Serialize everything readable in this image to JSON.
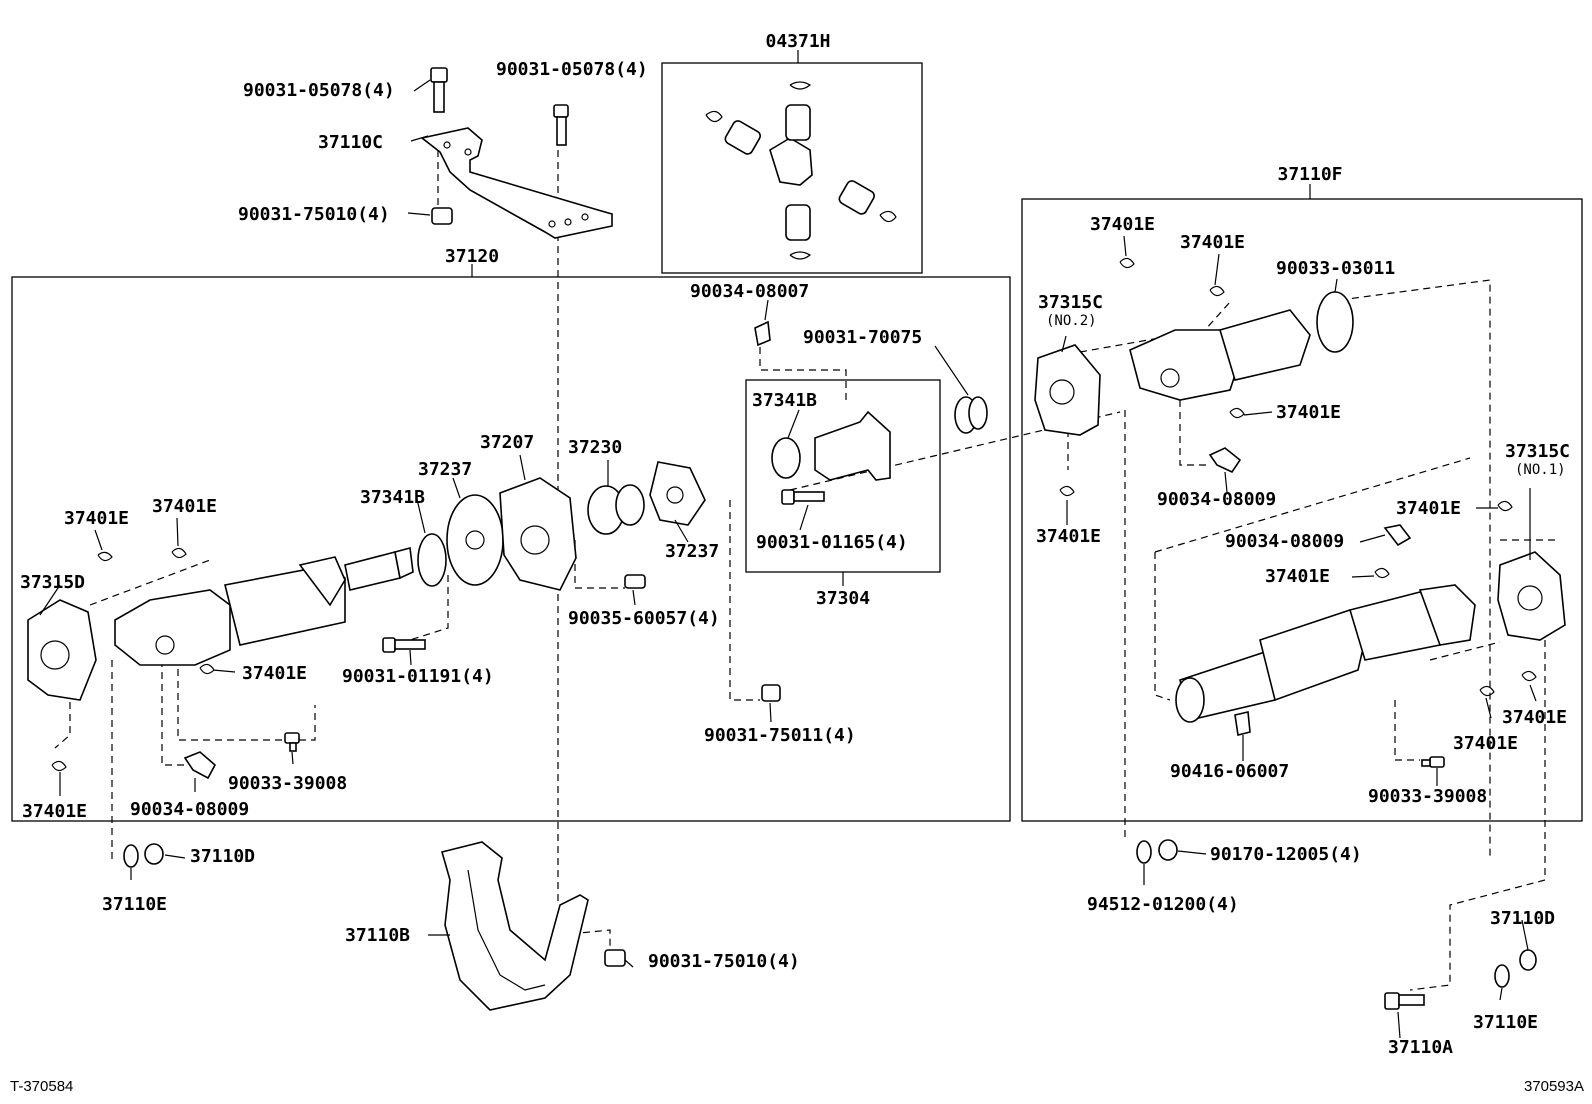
{
  "groups": {
    "uj_kit": "04371H",
    "front_shaft": "37120",
    "rear_shaft": "37110F",
    "center_bearing": "37304"
  },
  "parts": {
    "p_90031_05078_left": "90031-05078(4)",
    "p_90031_05078_right": "90031-05078(4)",
    "p_37110C": "37110C",
    "p_90031_75010_top": "90031-75010(4)",
    "p_90034_08007": "90034-08007",
    "p_90031_70075": "90031-70075",
    "p_37341B_box": "37341B",
    "p_90031_01165": "90031-01165(4)",
    "p_37207": "37207",
    "p_37230": "37230",
    "p_37237_a": "37237",
    "p_37237_b": "37237",
    "p_37341B": "37341B",
    "p_37401E_1": "37401E",
    "p_37401E_2": "37401E",
    "p_37315D": "37315D",
    "p_37401E_3": "37401E",
    "p_90031_01191": "90031-01191(4)",
    "p_90035_60057": "90035-60057(4)",
    "p_90031_75011": "90031-75011(4)",
    "p_90033_39008_l": "90033-39008",
    "p_90034_08009_l": "90034-08009",
    "p_37401E_4": "37401E",
    "p_37110D_l": "37110D",
    "p_37110E_l": "37110E",
    "p_37110B": "37110B",
    "p_90031_75010_bot": "90031-75010(4)",
    "p_37401E_5": "37401E",
    "p_37401E_6": "37401E",
    "p_90033_03011": "90033-03011",
    "p_37315C_no2": "37315C",
    "p_no2": "(NO.2)",
    "p_37401E_7": "37401E",
    "p_90034_08009_r": "90034-08009",
    "p_37401E_8": "37401E",
    "p_37315C_no1": "37315C",
    "p_no1": "(NO.1)",
    "p_37401E_9": "37401E",
    "p_90034_08009_r2": "90034-08009",
    "p_37401E_10": "37401E",
    "p_37401E_11": "37401E",
    "p_37401E_12": "37401E",
    "p_90416_06007": "90416-06007",
    "p_90033_39008_r": "90033-39008",
    "p_90170_12005": "90170-12005(4)",
    "p_94512_01200": "94512-01200(4)",
    "p_37110D_r": "37110D",
    "p_37110E_r": "37110E",
    "p_37110A": "37110A"
  },
  "footer": {
    "left": "T-370584",
    "right": "370593A"
  }
}
